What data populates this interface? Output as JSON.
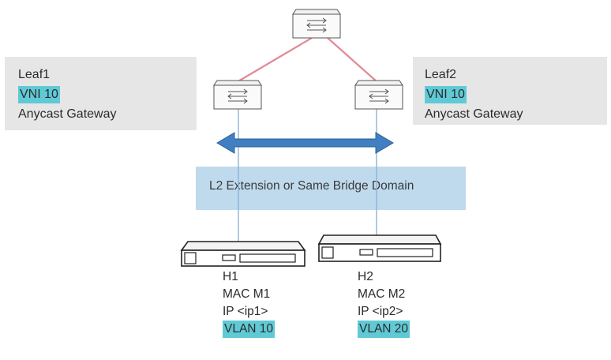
{
  "leaf1": {
    "title": "Leaf1",
    "vni": "VNI 10",
    "gateway": "Anycast Gateway"
  },
  "leaf2": {
    "title": "Leaf2",
    "vni": "VNI 10",
    "gateway": "Anycast Gateway"
  },
  "bridge_label": "L2 Extension or Same Bridge Domain",
  "hosts": [
    {
      "name": "H1",
      "mac": "MAC M1",
      "ip": "IP <ip1>",
      "vlan": "VLAN 10"
    },
    {
      "name": "H2",
      "mac": "MAC M2",
      "ip": "IP <ip2>",
      "vlan": "VLAN 20"
    }
  ],
  "icons": {
    "spine": "network-switch-icon",
    "leaf": "network-switch-icon",
    "host": "server-icon"
  },
  "colors": {
    "uplink": "#e38a97",
    "downlink": "#8fb3d6",
    "arrow": "#3f7fc2",
    "highlight": "#5fcad6",
    "panel": "#e6e6e6",
    "bridge_box": "#bcd8ec"
  }
}
